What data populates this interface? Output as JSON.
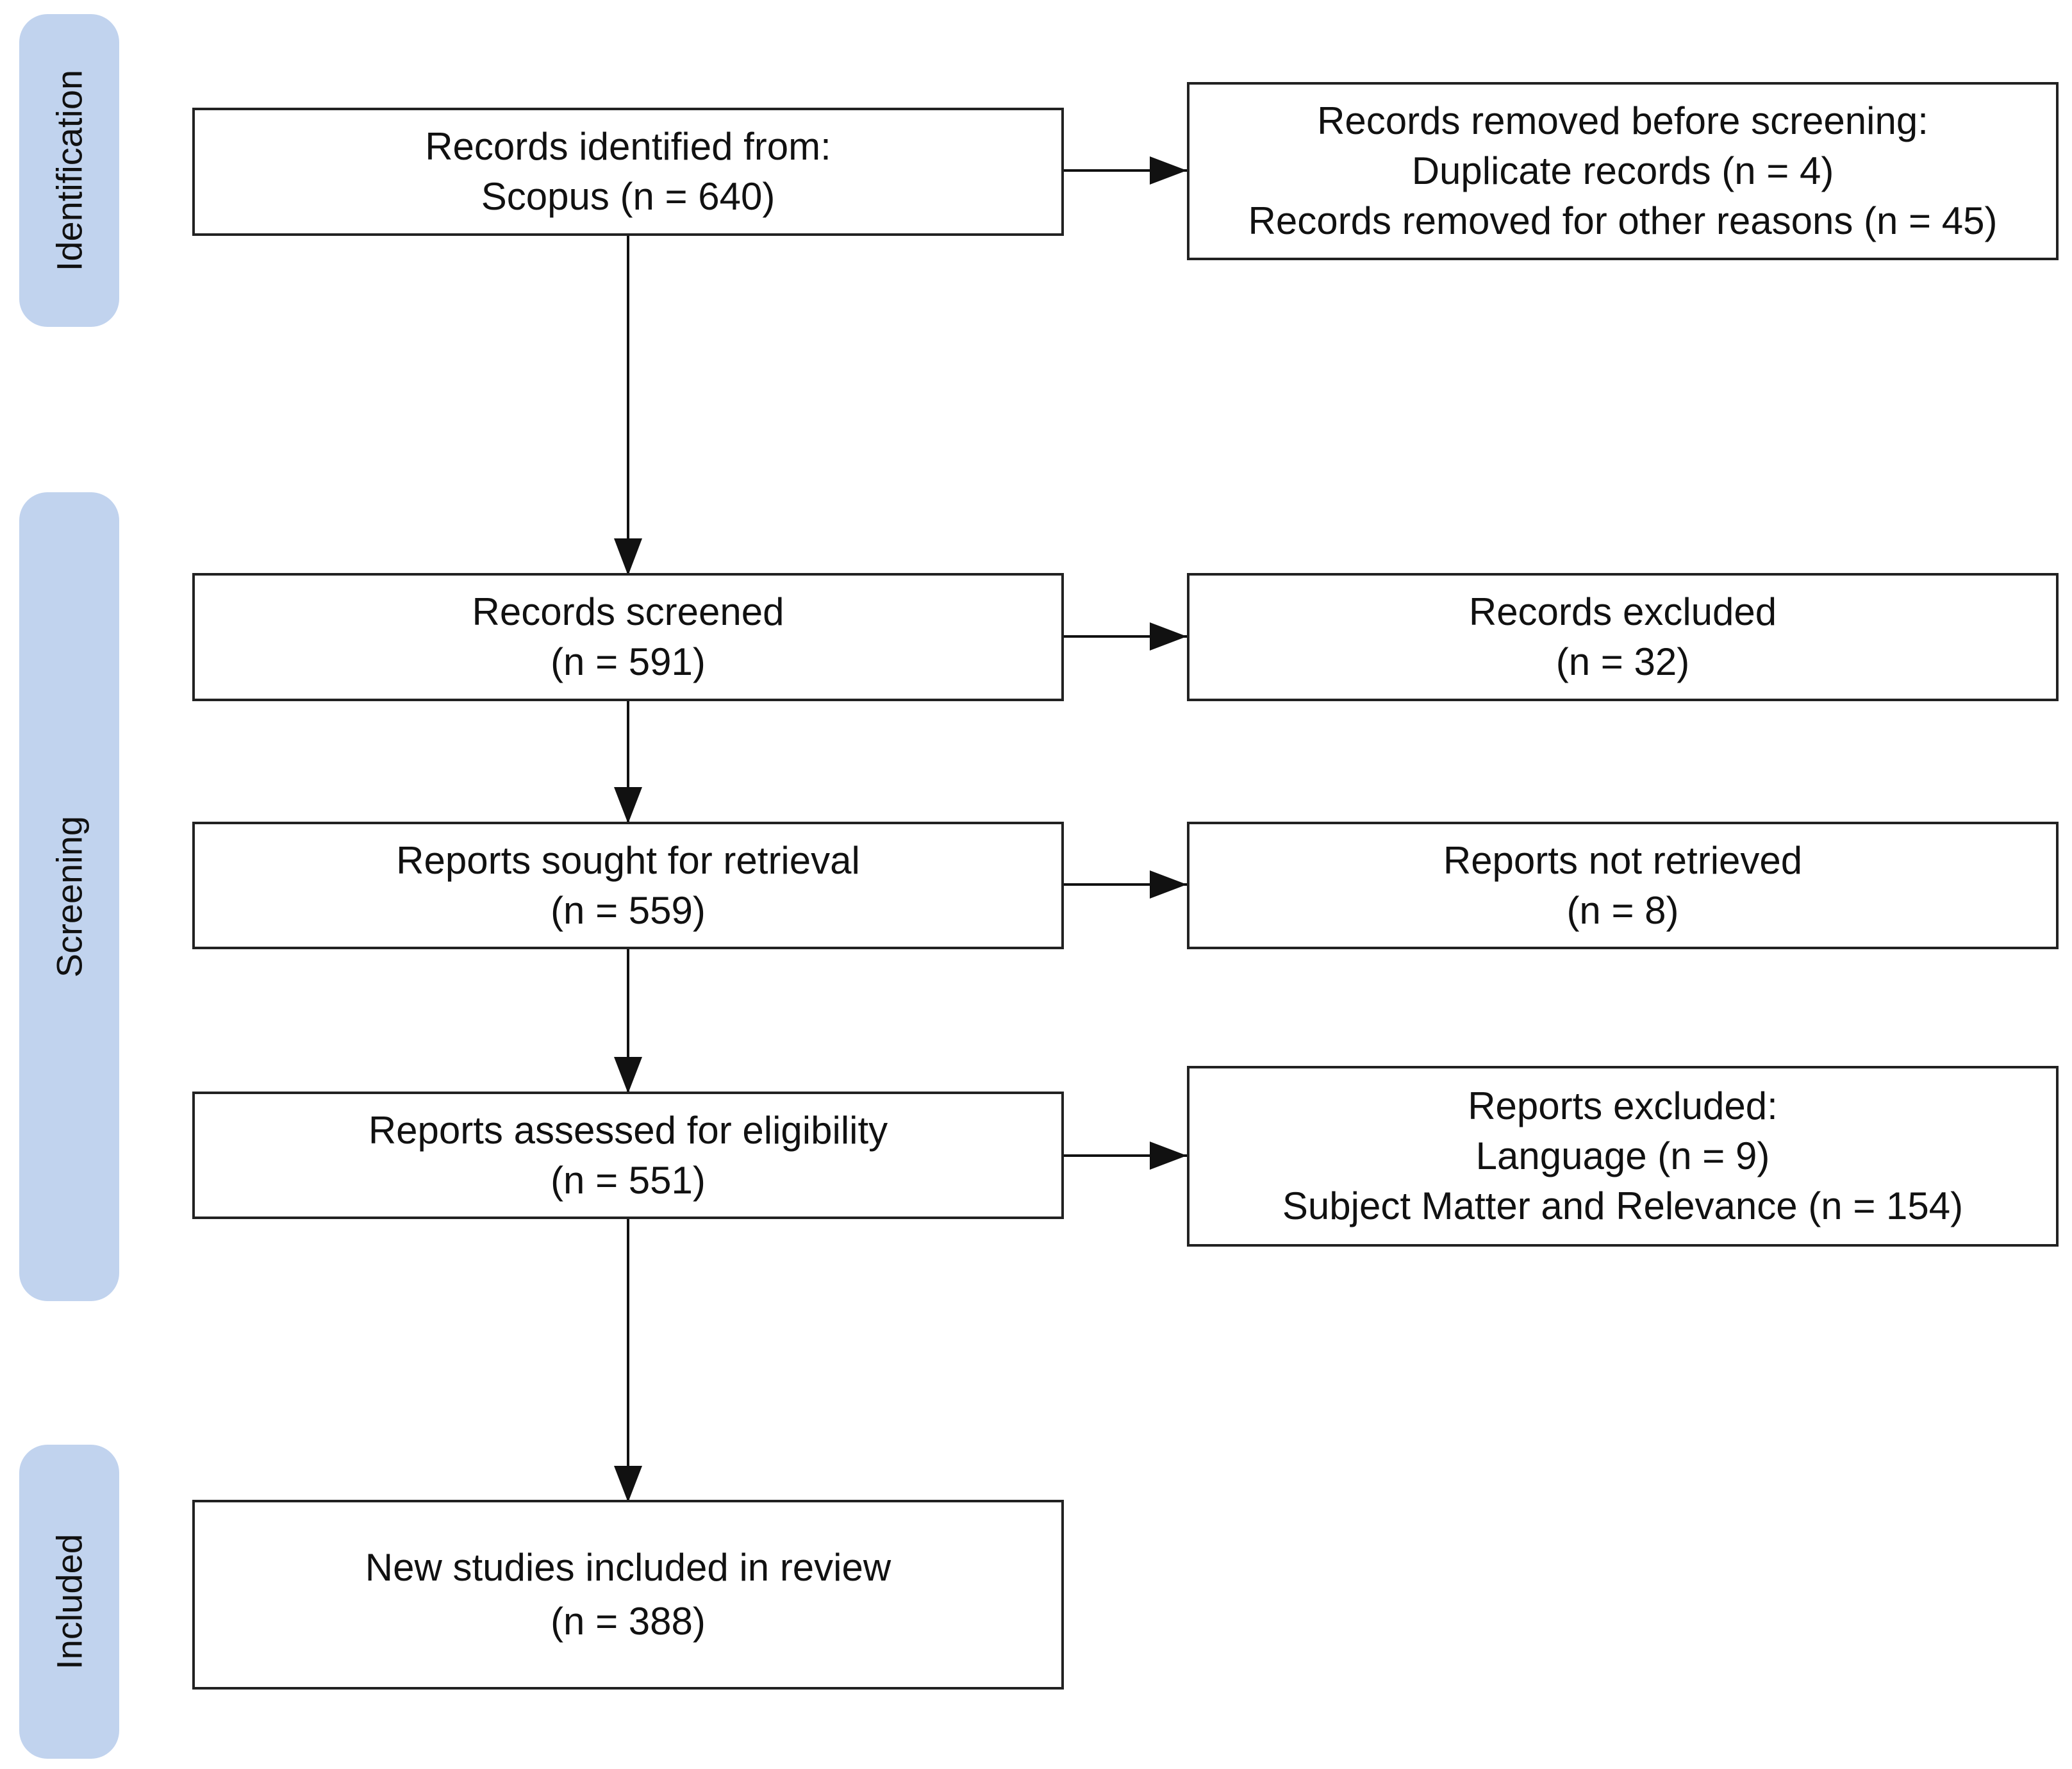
{
  "stages": {
    "identification": "Identification",
    "screening": "Screening",
    "included": "Included"
  },
  "boxes": {
    "records_identified": [
      "Records identified from:",
      "Scopus (n = 640)"
    ],
    "records_removed": [
      "Records removed before screening:",
      "Duplicate records (n = 4)",
      "Records removed for other reasons (n = 45)"
    ],
    "records_screened": [
      "Records screened",
      "(n = 591)"
    ],
    "records_excluded": [
      "Records excluded",
      "(n = 32)"
    ],
    "reports_sought": [
      "Reports sought for retrieval",
      "(n = 559)"
    ],
    "reports_not_retrieved": [
      "Reports not retrieved",
      "(n = 8)"
    ],
    "reports_assessed": [
      "Reports assessed for eligibility",
      "(n = 551)"
    ],
    "reports_excluded": [
      "Reports excluded:",
      "Language (n = 9)",
      "Subject Matter and Relevance (n = 154)"
    ],
    "studies_included": [
      "New studies included in review",
      "(n = 388)"
    ]
  },
  "colors": {
    "stage_fill": "#c1d3ee",
    "box_border": "#222222",
    "arrow": "#111111"
  }
}
